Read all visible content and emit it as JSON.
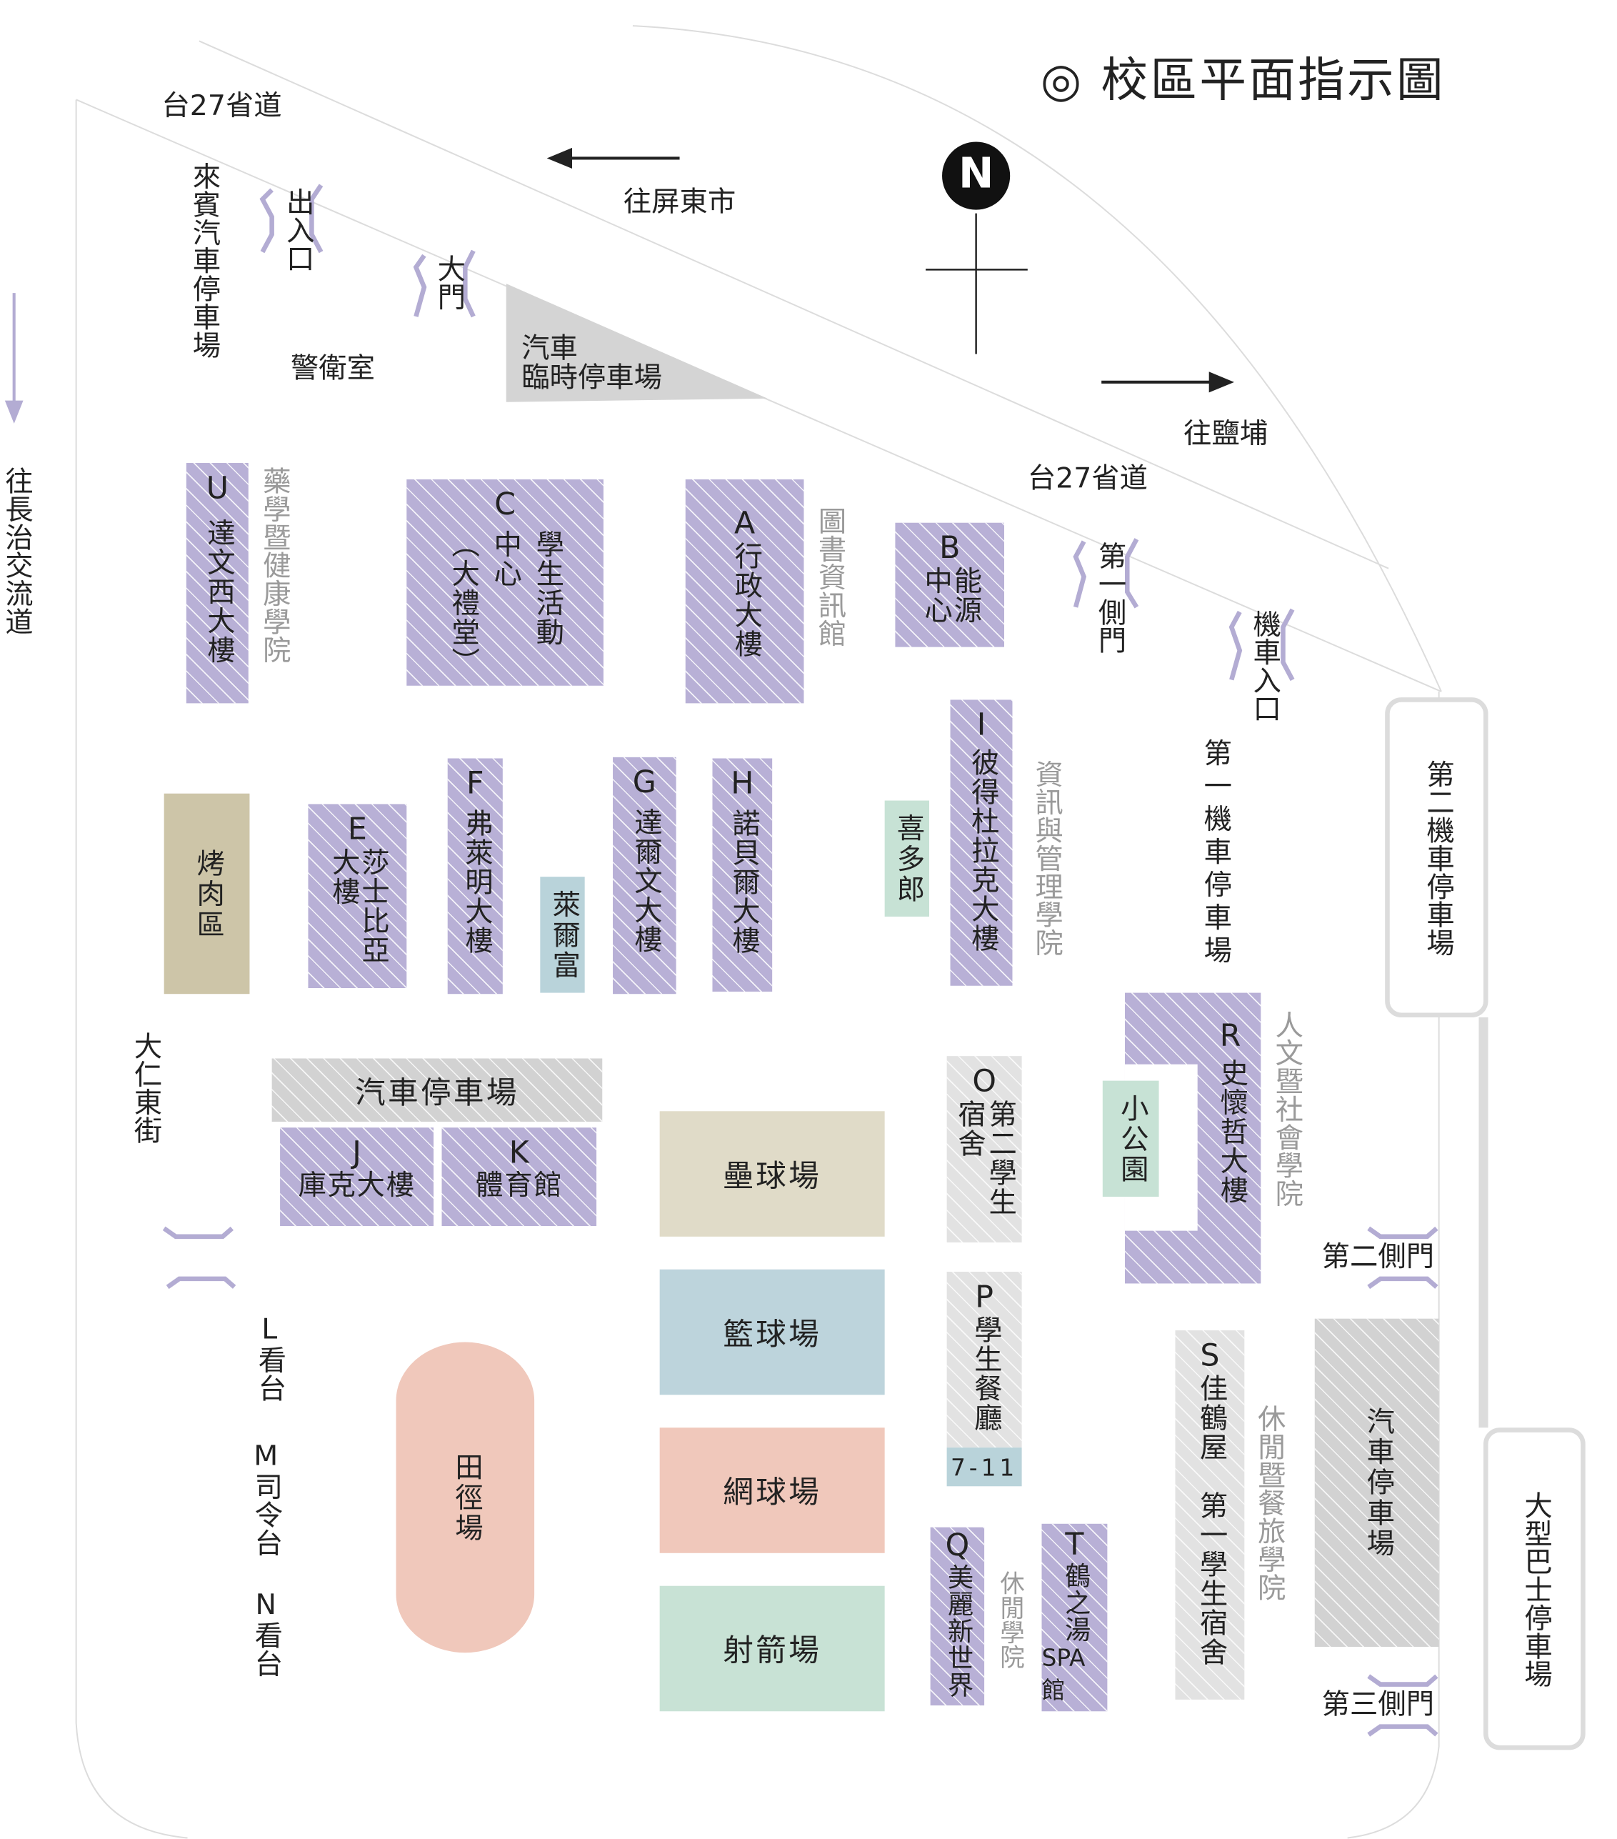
{
  "header": {
    "title": "◎ 校區平面指示圖"
  },
  "compass": {
    "label": "N"
  },
  "roads": {
    "highway_top": "台27省道",
    "highway_mid": "台27省道",
    "street_west": "大仁東街"
  },
  "directions": {
    "to_pingtung": "往屏東市",
    "to_yanpu": "往鹽埔",
    "to_changzhi": "往長治交流道"
  },
  "gates": {
    "exit_entrance": "出入口",
    "main_gate": "大門",
    "first_side_gate": "第一側門",
    "scooter_entrance": "機車入口",
    "second_side_gate": "第二側門",
    "third_side_gate": "第三側門"
  },
  "facilities": {
    "guest_parking": "來賓汽車停車場",
    "guard_room": "警衛室",
    "temp_parking": "汽車\n臨時停車場",
    "scooter_parking_1": "第一機車停車場",
    "scooter_parking_2": "第二機車停車場",
    "bbq": "烤肉區",
    "hilife": "萊爾富",
    "kitamura": "喜多郎",
    "park": "小公園",
    "car_parking_center": "汽車停車場",
    "car_parking_east": "汽車停車場",
    "bus_parking": "大型巴士停車場",
    "seven_eleven": "7-11"
  },
  "buildings": {
    "U": {
      "letter": "U",
      "name": "達文西大樓",
      "college": "藥學暨健康學院"
    },
    "C": {
      "letter": "C",
      "name": "學生活動\n中心\n（大禮堂）"
    },
    "A": {
      "letter": "A",
      "name": "行政大樓",
      "college": "圖書資訊館"
    },
    "B": {
      "letter": "B",
      "name": "能源\n中心"
    },
    "E": {
      "letter": "E",
      "name": "莎士比亞\n大樓"
    },
    "F": {
      "letter": "F",
      "name": "弗萊明大樓"
    },
    "G": {
      "letter": "G",
      "name": "達爾文大樓"
    },
    "H": {
      "letter": "H",
      "name": "諾貝爾大樓"
    },
    "I": {
      "letter": "I",
      "name": "彼得杜拉克大樓",
      "college": "資訊與管理學院"
    },
    "R": {
      "letter": "R",
      "name": "史懷哲大樓",
      "college": "人文暨社會學院"
    },
    "J": {
      "letter": "J",
      "name": "庫克大樓"
    },
    "K": {
      "letter": "K",
      "name": "體育館"
    },
    "O": {
      "letter": "O",
      "name": "第二學生\n宿舍"
    },
    "P": {
      "letter": "P",
      "name": "學生餐廳"
    },
    "Q": {
      "letter": "Q",
      "name": "美麗新世界",
      "college": "休閒學院"
    },
    "T": {
      "letter": "T",
      "name": "鶴之湯",
      "extra": "SPA館"
    },
    "S": {
      "letter": "S",
      "name": "佳鶴屋　第一學生宿舍",
      "college": "休閒暨餐旅學院"
    }
  },
  "sports": {
    "L": "L看台",
    "M": "M司令台",
    "N": "N看台",
    "track": "田徑場",
    "softball": "壘球場",
    "basketball": "籃球場",
    "tennis": "網球場",
    "archery": "射箭場"
  },
  "colors": {
    "building": "#b8b0d6",
    "bbq": "#cdc5a8",
    "softball": "#e0dbc8",
    "basketball": "#bdd4dc",
    "tennis": "#f0c8bb",
    "archery": "#c8e2d5",
    "hilife": "#b9d3da",
    "green": "#c7e2d5"
  }
}
